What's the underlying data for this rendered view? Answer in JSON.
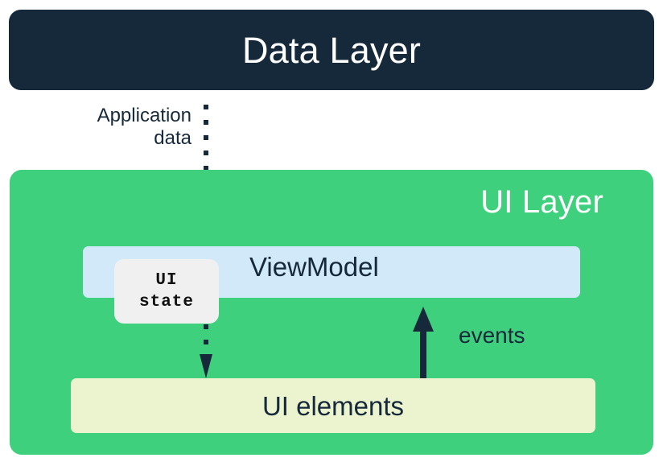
{
  "diagram": {
    "title": "Android UI Layer architecture diagram",
    "colors": {
      "data_layer_bg": "#16293B",
      "ui_layer_bg": "#3FD07D",
      "viewmodel_bg": "#D2E9F9",
      "ui_state_bg": "#F0F0F0",
      "ui_elements_bg": "#ECF3CF",
      "dark_text": "#16293B",
      "light_text": "#FFFFFF"
    }
  },
  "data_layer": {
    "title": "Data Layer"
  },
  "flows": {
    "application_data": {
      "line1": "Application",
      "line2": "data",
      "style": "dotted",
      "direction": "down",
      "from": "Data Layer",
      "to": "ViewModel"
    },
    "ui_state_flow": {
      "style": "dotted",
      "direction": "down",
      "from": "UI state",
      "to": "UI elements"
    },
    "events": {
      "label": "events",
      "style": "solid",
      "direction": "up",
      "from": "UI elements",
      "to": "ViewModel"
    }
  },
  "ui_layer": {
    "title": "UI Layer",
    "viewmodel": {
      "label": "ViewModel"
    },
    "ui_state": {
      "line1": "UI",
      "line2": "state"
    },
    "ui_elements": {
      "label": "UI elements"
    }
  }
}
